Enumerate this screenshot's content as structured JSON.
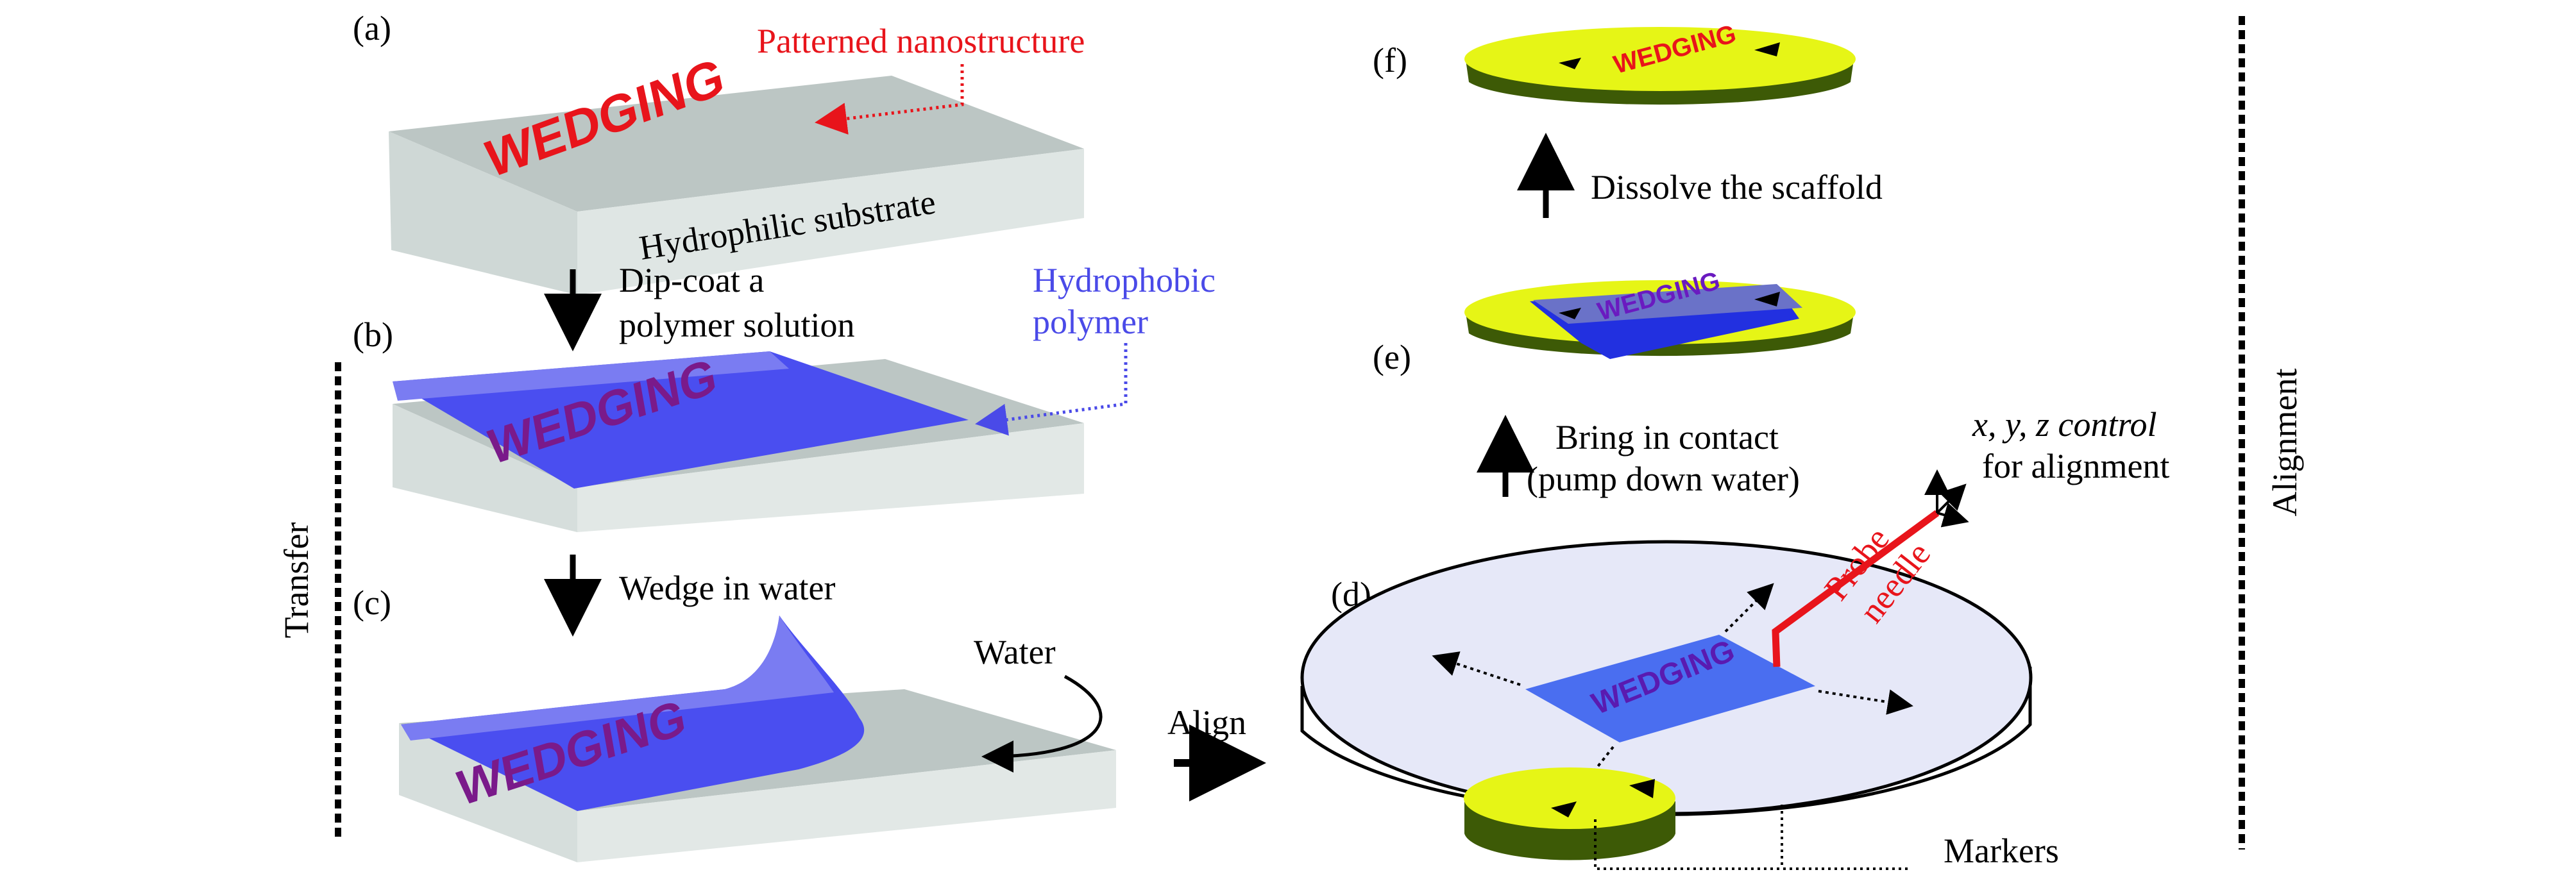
{
  "panels": {
    "a": {
      "label": "(a)",
      "pattern_text": "WEDGING",
      "substrate_label": "Hydrophilic substrate",
      "nanostructure_label": "Patterned nanostructure"
    },
    "b": {
      "label": "(b)",
      "pattern_text": "WEDGING",
      "polymer_label_line1": "Hydrophobic",
      "polymer_label_line2": "polymer"
    },
    "c": {
      "label": "(c)",
      "pattern_text": "WEDGING",
      "water_label": "Water"
    },
    "d": {
      "label": "(d)",
      "pattern_text": "WEDGING",
      "probe_line1": "Probe",
      "probe_line2": "needle",
      "markers_label": "Markers"
    },
    "e": {
      "label": "(e)",
      "pattern_text": "WEDGING"
    },
    "f": {
      "label": "(f)",
      "pattern_text": "WEDGING"
    }
  },
  "steps": {
    "dip_coat_line1": "Dip-coat a",
    "dip_coat_line2": "polymer solution",
    "wedge": "Wedge in water",
    "align": "Align",
    "contact_line1": "Bring in contact",
    "contact_line2": "(pump down water)",
    "xyz_line1": "x, y, z control",
    "xyz_line2": "for alignment",
    "dissolve": "Dissolve the scaffold"
  },
  "sections": {
    "transfer": "Transfer",
    "alignment": "Alignment"
  },
  "colors": {
    "nanostructure": "#e8141b",
    "polymer": "#4a4ef0",
    "polymer_light": "#7a7cf2",
    "substrate_top": "#bcc6c4",
    "substrate_side": "#dfe6e4",
    "target_top": "#e6f516",
    "target_side": "#3d5a06",
    "dish_top": "#e6e8f8",
    "label_blue": "#4a4ae8"
  }
}
